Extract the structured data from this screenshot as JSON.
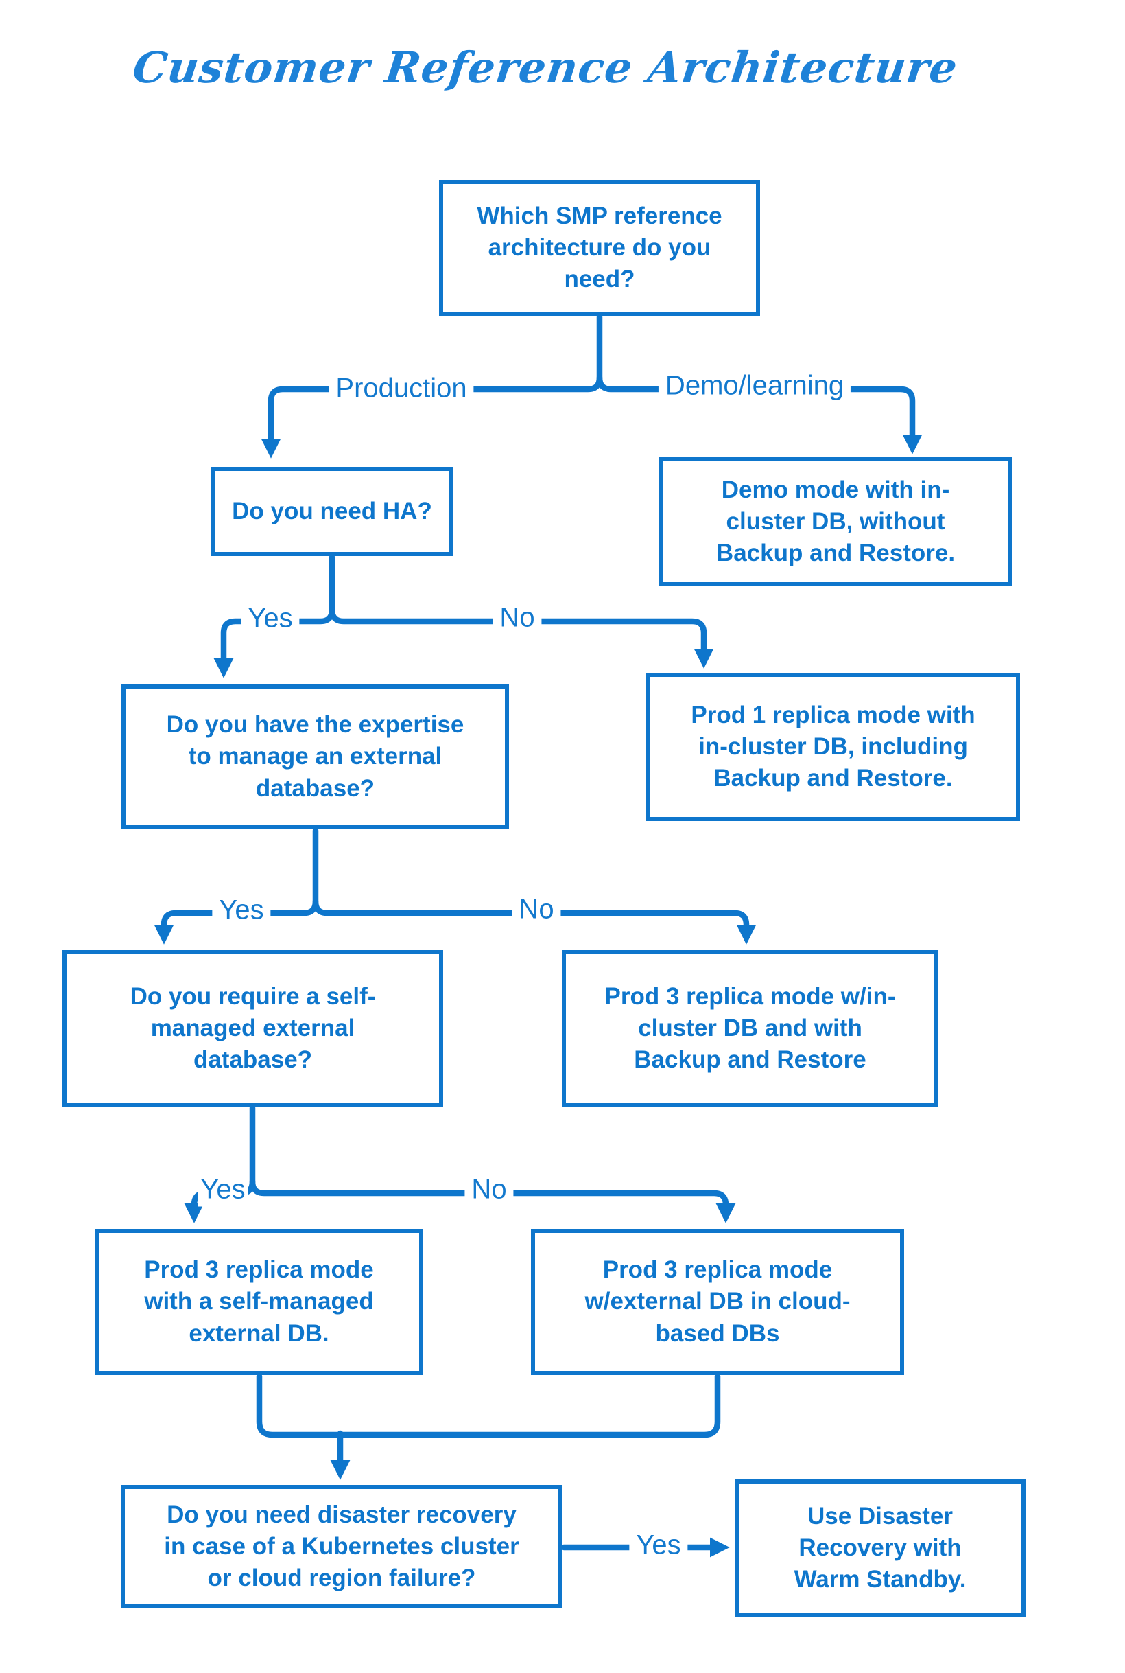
{
  "title": "Customer Reference Architecture",
  "colors": {
    "primary": "#0E76CC",
    "title_blue": "#1E82D8",
    "background": "#FFFFFF"
  },
  "nodes": {
    "q1": {
      "text": "Which SMP reference\narchitecture do you\nneed?"
    },
    "ha": {
      "text": "Do you need HA?"
    },
    "demo": {
      "text": "Demo mode with in-\ncluster DB, without\nBackup and Restore."
    },
    "expertise": {
      "text": "Do you have the expertise\nto manage an external\ndatabase?"
    },
    "prod1": {
      "text": "Prod 1 replica mode with\nin-cluster DB, including\nBackup and Restore."
    },
    "selfdb": {
      "text": "Do you require a self-\nmanaged external\ndatabase?"
    },
    "prod3in": {
      "text": "Prod 3 replica mode w/in-\ncluster DB and with\nBackup and Restore"
    },
    "prod3self": {
      "text": "Prod 3 replica mode\nwith a self-managed\nexternal DB."
    },
    "prod3cloud": {
      "text": "Prod 3 replica mode\nw/external DB in cloud-\nbased DBs"
    },
    "dr": {
      "text": "Do you need disaster recovery\nin case of a Kubernetes cluster\nor cloud region failure?"
    },
    "warm": {
      "text": "Use Disaster\nRecovery with\nWarm Standby."
    }
  },
  "labels": {
    "production": "Production",
    "demo_learning": "Demo/learning",
    "ha_yes": "Yes",
    "ha_no": "No",
    "expertise_yes": "Yes",
    "expertise_no": "No",
    "selfdb_yes": "Yes",
    "selfdb_no": "No",
    "dr_yes": "Yes"
  }
}
